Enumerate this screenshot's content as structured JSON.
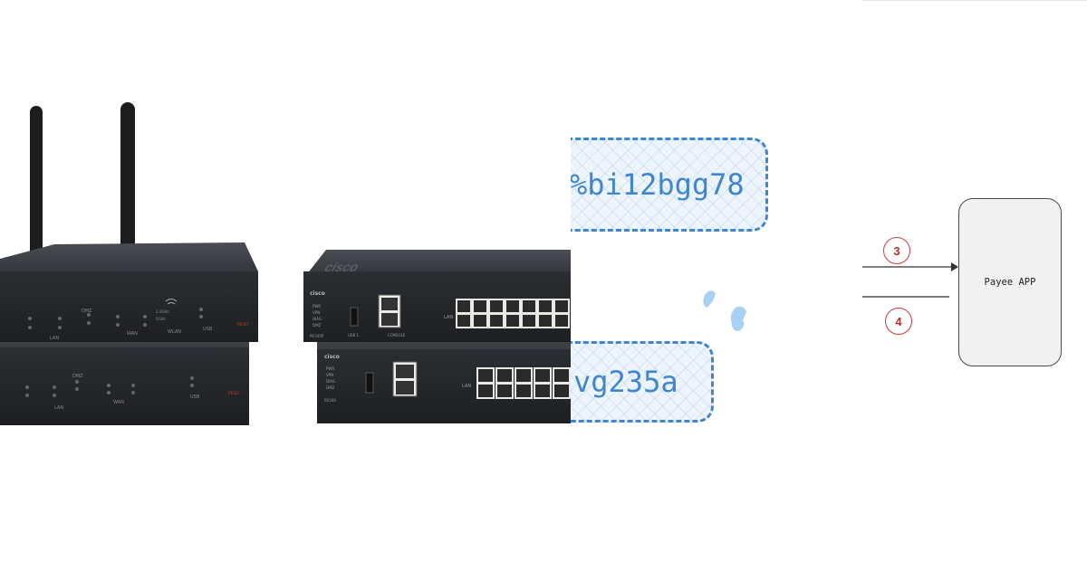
{
  "routers": {
    "brand": "cisco",
    "wan_model": "RV340",
    "wan_model_poe": "RV345P",
    "lan_label": "LAN",
    "wan_label": "WAN",
    "dmz_label": "DMZ",
    "usb_label": "USB",
    "wlan_label": "WLAN",
    "reset_label": "RESET",
    "wifi_24": "2.4GHz",
    "wifi_5": "5GHz",
    "usb1_label": "USB 1",
    "console_label": "CONSOLE",
    "status_leds": [
      "PWR",
      "VPN",
      "DIAG",
      "DMZ"
    ]
  },
  "tokens": {
    "token_1": "%bi12bgg78",
    "token_2": "vg235a"
  },
  "flow": {
    "step_3": "3",
    "step_4": "4",
    "payee_label": "Payee APP"
  },
  "colors": {
    "token_blue": "#3f86cf",
    "step_red": "#d23a3a",
    "device_dark": "#2a2d31"
  }
}
